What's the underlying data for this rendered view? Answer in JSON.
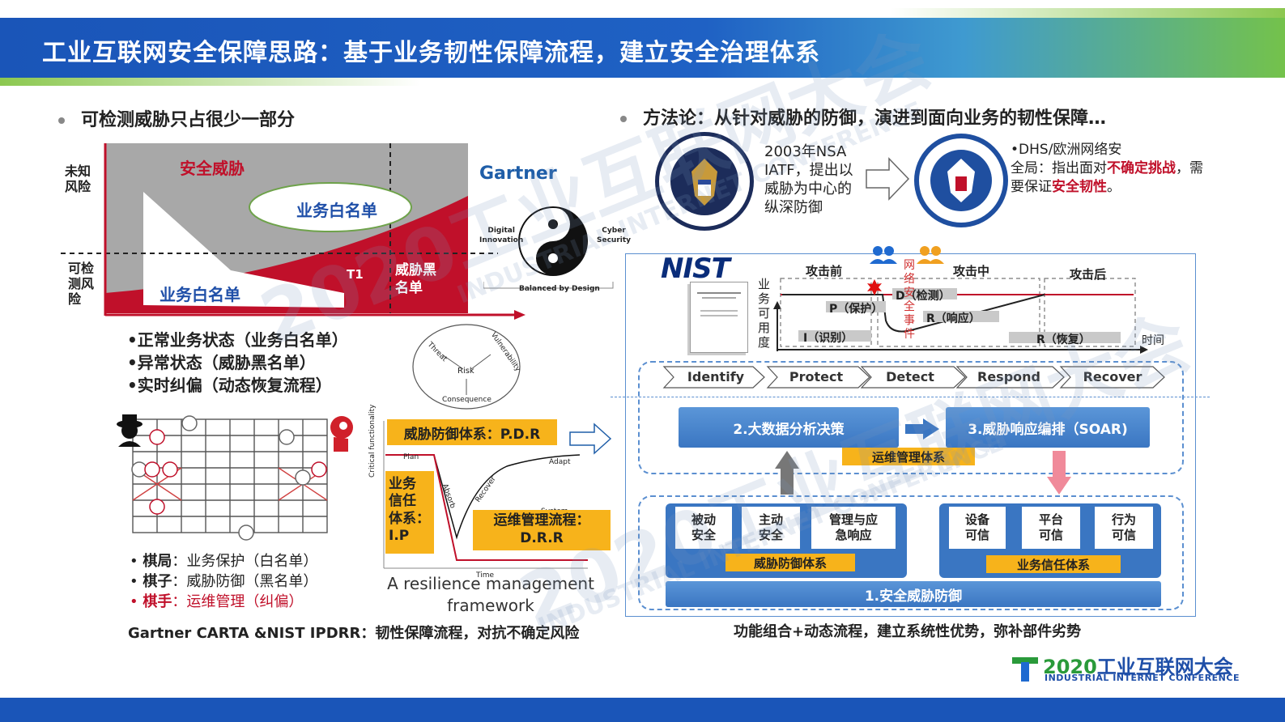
{
  "title": "工业互联网安全保障思路：基于业务韧性保障流程，建立安全治理体系",
  "left": {
    "heading": "可检测威胁只占很少一部分",
    "axis_unknown": "未知\n风险",
    "axis_detectable": "可检\n测风\n险",
    "threat_label": "安全威胁",
    "whitelist_top": "业务白名单",
    "whitelist_bottom": "业务白名单",
    "t1": "T1",
    "blacklist": "威胁黑\n名单",
    "gartner": "Gartner",
    "digital_innovation": "Digital\nInnovation",
    "cyber_security": "Cyber\nSecurity",
    "balanced": "Balanced by Design",
    "states": [
      "•正常业务状态（业务白名单）",
      "•异常状态（威胁黑名单）",
      "•实时纠偏（动态恢复流程）"
    ],
    "risk_circle": {
      "threat": "Threat",
      "vulnerability": "Vulnerability",
      "risk": "Risk",
      "consequence": "Consequence"
    },
    "pdr_box": "威胁防御体系：P.D.R",
    "ip_box": "业务\n信任\n体系：\nI.P",
    "drr_box": "运维管理流程：\nD.R.R",
    "curve_labels": {
      "plan": "Plan",
      "absorb": "Absorb",
      "recover": "Recover",
      "adapt": "Adapt",
      "system": "System",
      "time": "Time",
      "critical": "Critical functionality"
    },
    "framework_caption": "A resilience management\nframework",
    "chess": [
      {
        "label": "棋局",
        "desc": "：业务保护（白名单）"
      },
      {
        "label": "棋子",
        "desc": "：威胁防御（黑名单）"
      },
      {
        "label": "棋手",
        "desc": "：运维管理（纠偏）"
      }
    ],
    "footer": "Gartner CARTA &NIST IPDRR：韧性保障流程，对抗不确定风险"
  },
  "right": {
    "heading": "方法论：从针对威胁的防御，演进到面向业务的韧性保障…",
    "nsa_text": "2003年NSA\nIATF，提出以\n威胁为中心的\n纵深防御",
    "dhs_text_1": "•DHS/欧洲网络安\n全局：指出面对",
    "dhs_red_1": "不确定挑战",
    "dhs_text_2": "，需\n要保证",
    "dhs_red_2": "安全韧性",
    "dhs_text_3": "。",
    "nist": "NIST",
    "phases": [
      "攻击前",
      "攻击中",
      "攻击后"
    ],
    "y_label": "业\n务\n可\n用\n度",
    "event_label": "网\n络\n安\n全\n事\n件",
    "steps": {
      "i": "I（识别）",
      "p": "P（保护）",
      "d": "D（检测）",
      "r": "R（响应）",
      "r2": "R（恢复）"
    },
    "time_label": "时间",
    "chevrons": [
      "Identify",
      "Protect",
      "Detect",
      "Respond",
      "Recover"
    ],
    "bigdata": "2.大数据分析决策",
    "soar": "3.威胁响应编排（SOAR)",
    "ops": "运维管理体系",
    "defense_cells": [
      "被动\n安全",
      "主动\n安全",
      "管理与应\n急响应"
    ],
    "defense_label": "威胁防御体系",
    "trust_cells": [
      "设备\n可信",
      "平台\n可信",
      "行为\n可信"
    ],
    "trust_label": "业务信任体系",
    "base": "1.安全威胁防御",
    "footer": "功能组合+动态流程，建立系统性优势，弥补部件劣势"
  },
  "logo": {
    "year": "2020",
    "name": "工业互联网大会",
    "en": "INDUSTRIAL INTERNET CONFERENCE"
  },
  "watermark": {
    "line1": "2020工业互联网大会",
    "line2": "INDUSTRIAL INTERNET CONFERENCE"
  },
  "colors": {
    "title_blue": "#1a55b8",
    "accent_red": "#c0102a",
    "orange": "#f7b31b",
    "btn_blue": "#3a76c2",
    "gray": "#a8a8a8"
  }
}
